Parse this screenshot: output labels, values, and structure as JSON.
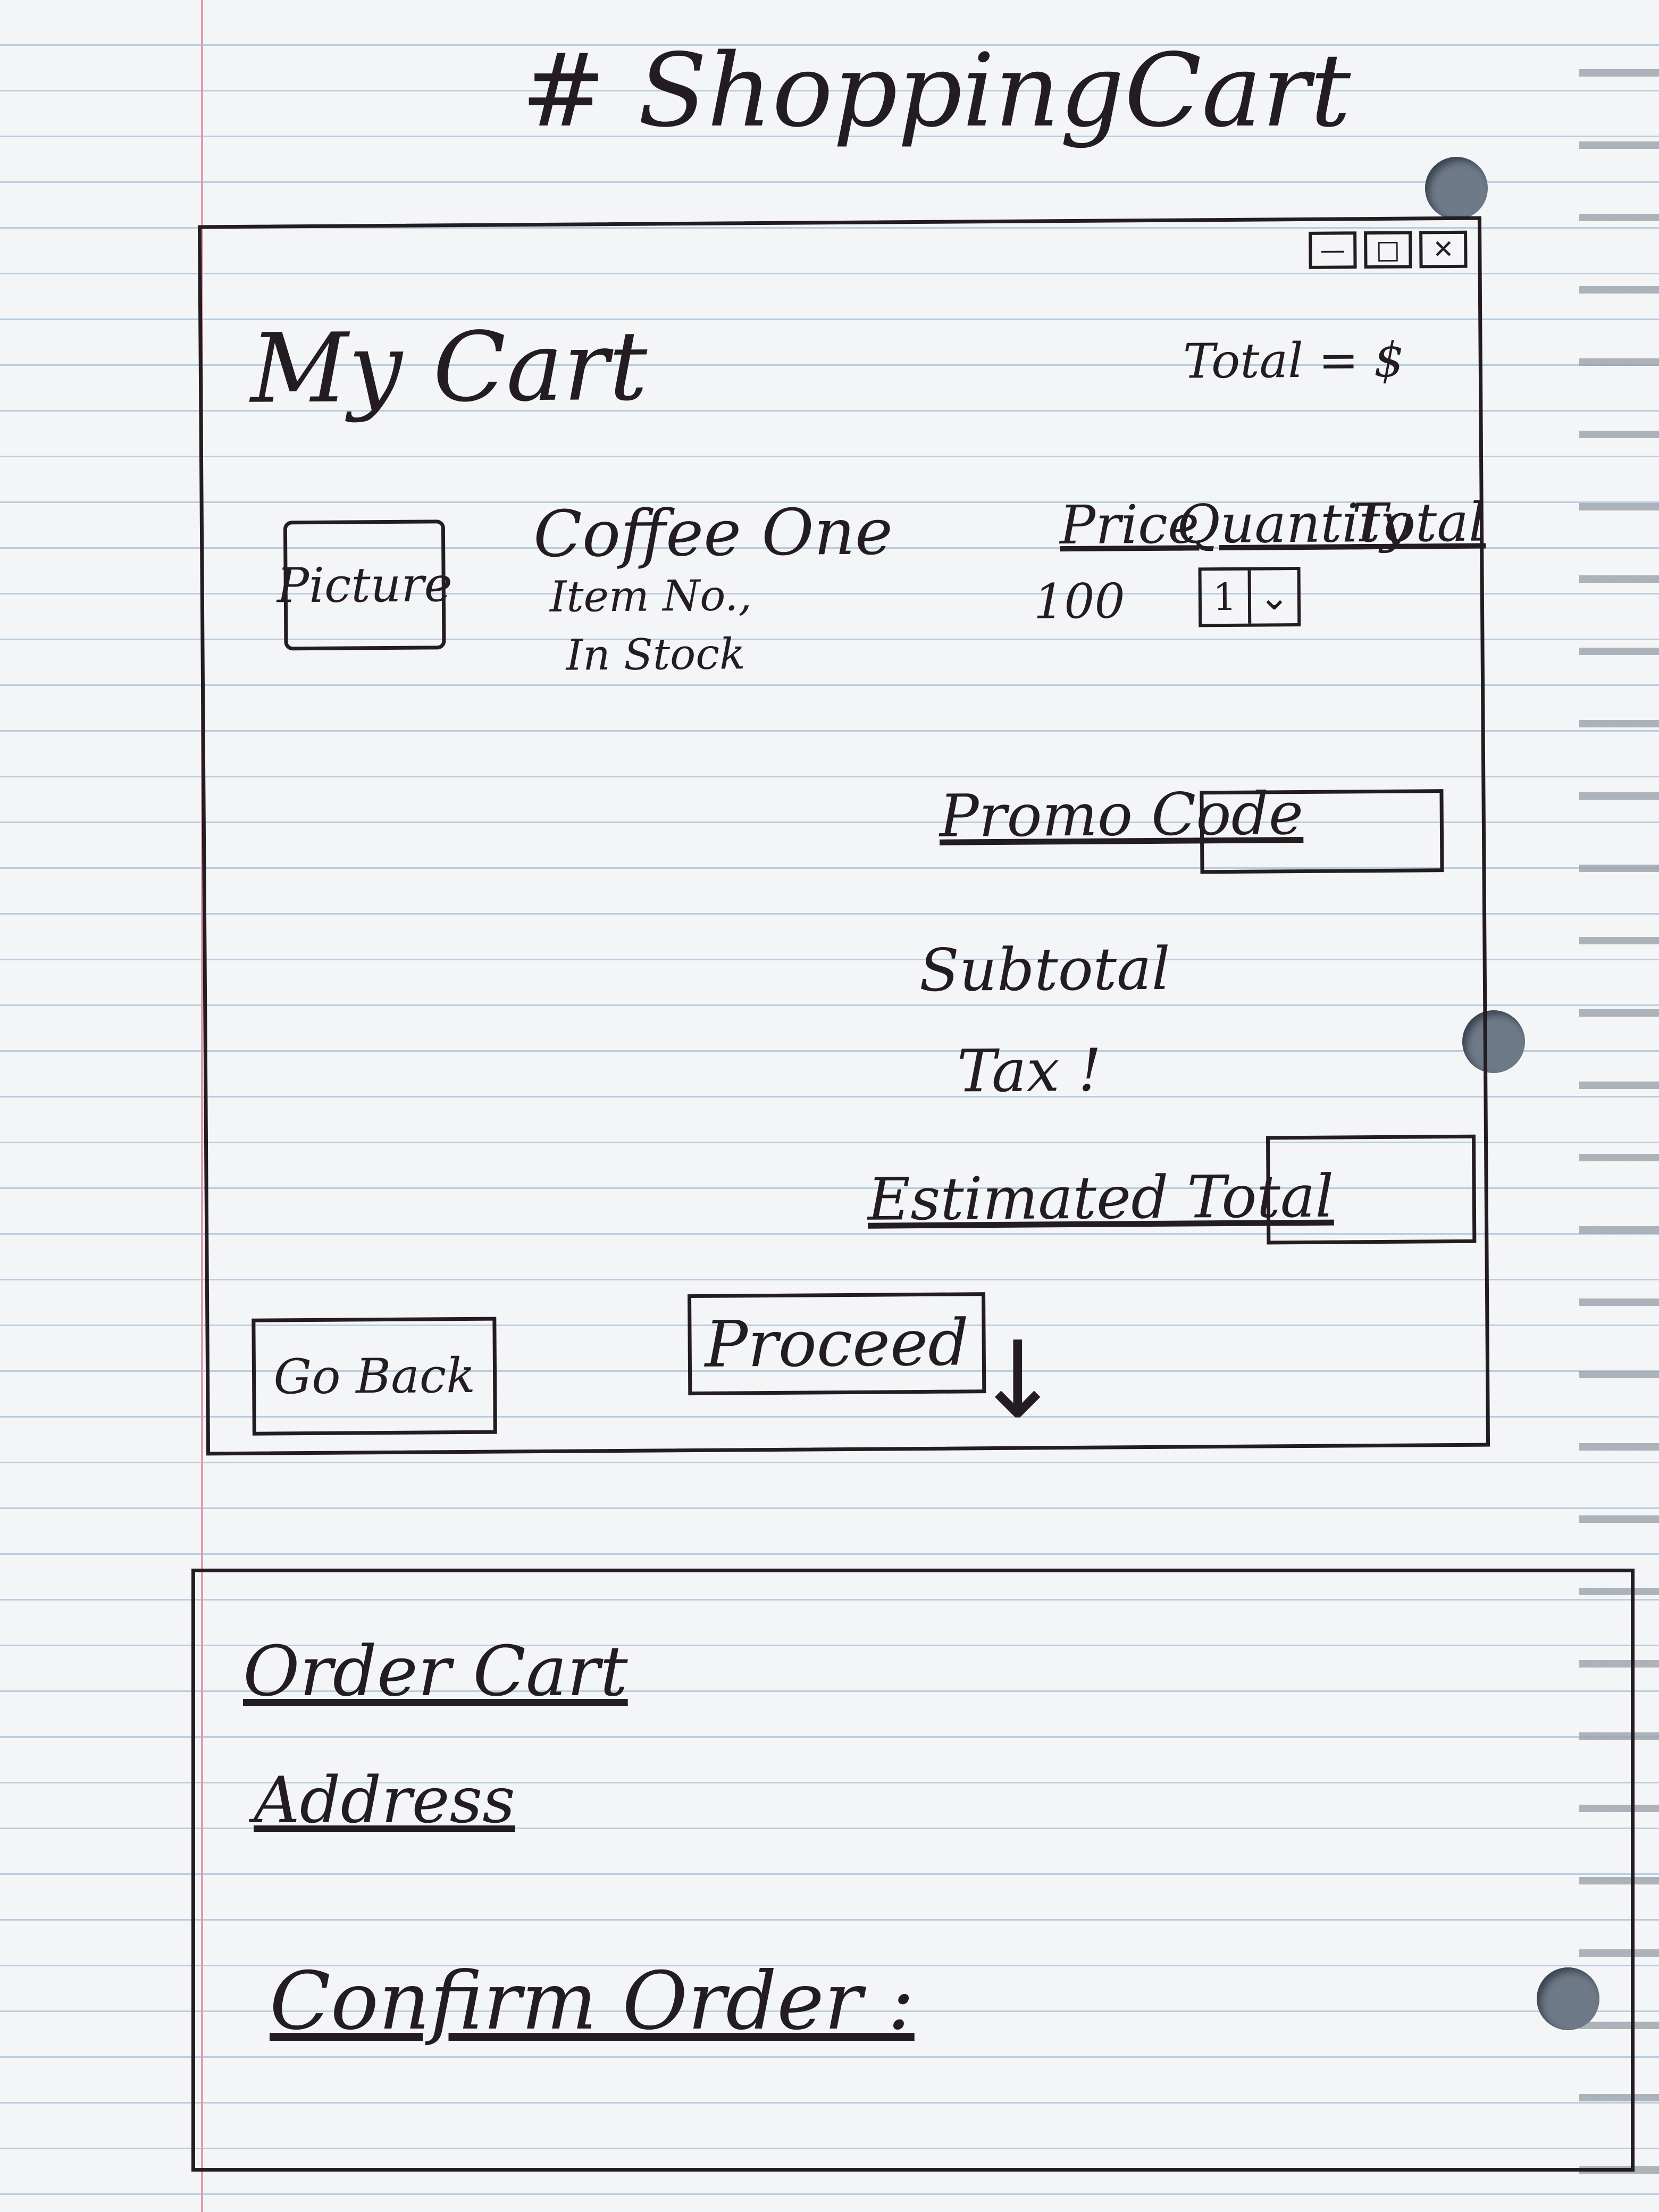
{
  "page_title": "# ShoppingCart",
  "cart_window": {
    "title": "My Cart",
    "header_total": "Total = $",
    "controls": {
      "minimize_icon": "minimize-icon",
      "maximize_icon": "maximize-icon",
      "close_icon": "close-icon"
    },
    "product": {
      "image_label": "Picture",
      "name": "Coffee One",
      "item_no": "Item No.,",
      "stock": "In Stock"
    },
    "columns": [
      "Price",
      "Quantity",
      "Total"
    ],
    "price_value": "100",
    "quantity_value": "1",
    "promo_label": "Promo Code",
    "subtotal_label": "Subtotal",
    "tax_label": "Tax !",
    "estimated_total_label": "Estimated Total",
    "back_button": "Go Back",
    "proceed_button": "Proceed"
  },
  "order_window": {
    "order_cart_label": "Order Cart",
    "address_label": "Address",
    "confirm_label": "Confirm Order :"
  }
}
